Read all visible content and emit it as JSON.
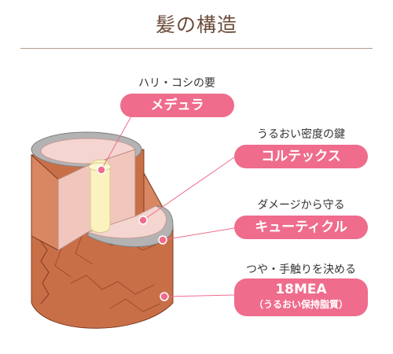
{
  "title": "髪の構造",
  "parts": [
    {
      "caption": "ハリ・コシの要",
      "name": "メデュラ"
    },
    {
      "caption": "うるおい密度の鍵",
      "name": "コルテックス"
    },
    {
      "caption": "ダメージから守る",
      "name": "キューティクル"
    },
    {
      "caption": "つや・手触りを決める",
      "name": "18MEA",
      "sub": "（うるおい保持脂質）"
    }
  ],
  "colors": {
    "accent": "#ef6c8c",
    "title": "#6b4a39",
    "hair_outer": "#c96f48",
    "cortex": "#f5d5cf",
    "medulla": "#fbf2c0",
    "cuticle_ring": "#9a9a9a"
  }
}
